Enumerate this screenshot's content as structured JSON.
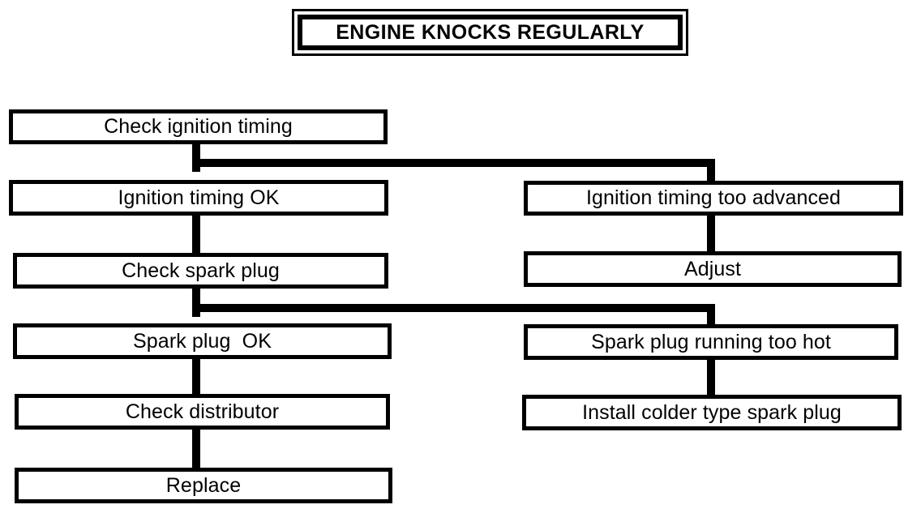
{
  "diagram": {
    "title": "ENGINE KNOCKS REGULARLY",
    "type": "troubleshooting-flowchart",
    "colors": {
      "stroke": "#000000",
      "fill": "#ffffff",
      "text": "#000000"
    },
    "nodes": [
      {
        "id": "check-ignition-timing",
        "label": "Check ignition timing"
      },
      {
        "id": "ignition-timing-ok",
        "label": "Ignition timing OK"
      },
      {
        "id": "ignition-timing-advanced",
        "label": "Ignition timing too advanced"
      },
      {
        "id": "check-spark-plug",
        "label": "Check spark plug"
      },
      {
        "id": "adjust",
        "label": "Adjust"
      },
      {
        "id": "spark-plug-ok",
        "label": "Spark plug  OK"
      },
      {
        "id": "spark-plug-too-hot",
        "label": "Spark plug running too hot"
      },
      {
        "id": "check-distributor",
        "label": "Check distributor"
      },
      {
        "id": "install-colder-spark-plug",
        "label": "Install colder type spark plug"
      },
      {
        "id": "replace",
        "label": "Replace"
      }
    ],
    "edges": [
      {
        "from": "check-ignition-timing",
        "to": "ignition-timing-ok"
      },
      {
        "from": "check-ignition-timing",
        "to": "ignition-timing-advanced"
      },
      {
        "from": "ignition-timing-ok",
        "to": "check-spark-plug"
      },
      {
        "from": "ignition-timing-advanced",
        "to": "adjust"
      },
      {
        "from": "check-spark-plug",
        "to": "spark-plug-ok"
      },
      {
        "from": "check-spark-plug",
        "to": "spark-plug-too-hot"
      },
      {
        "from": "spark-plug-ok",
        "to": "check-distributor"
      },
      {
        "from": "spark-plug-too-hot",
        "to": "install-colder-spark-plug"
      },
      {
        "from": "check-distributor",
        "to": "replace"
      }
    ]
  }
}
